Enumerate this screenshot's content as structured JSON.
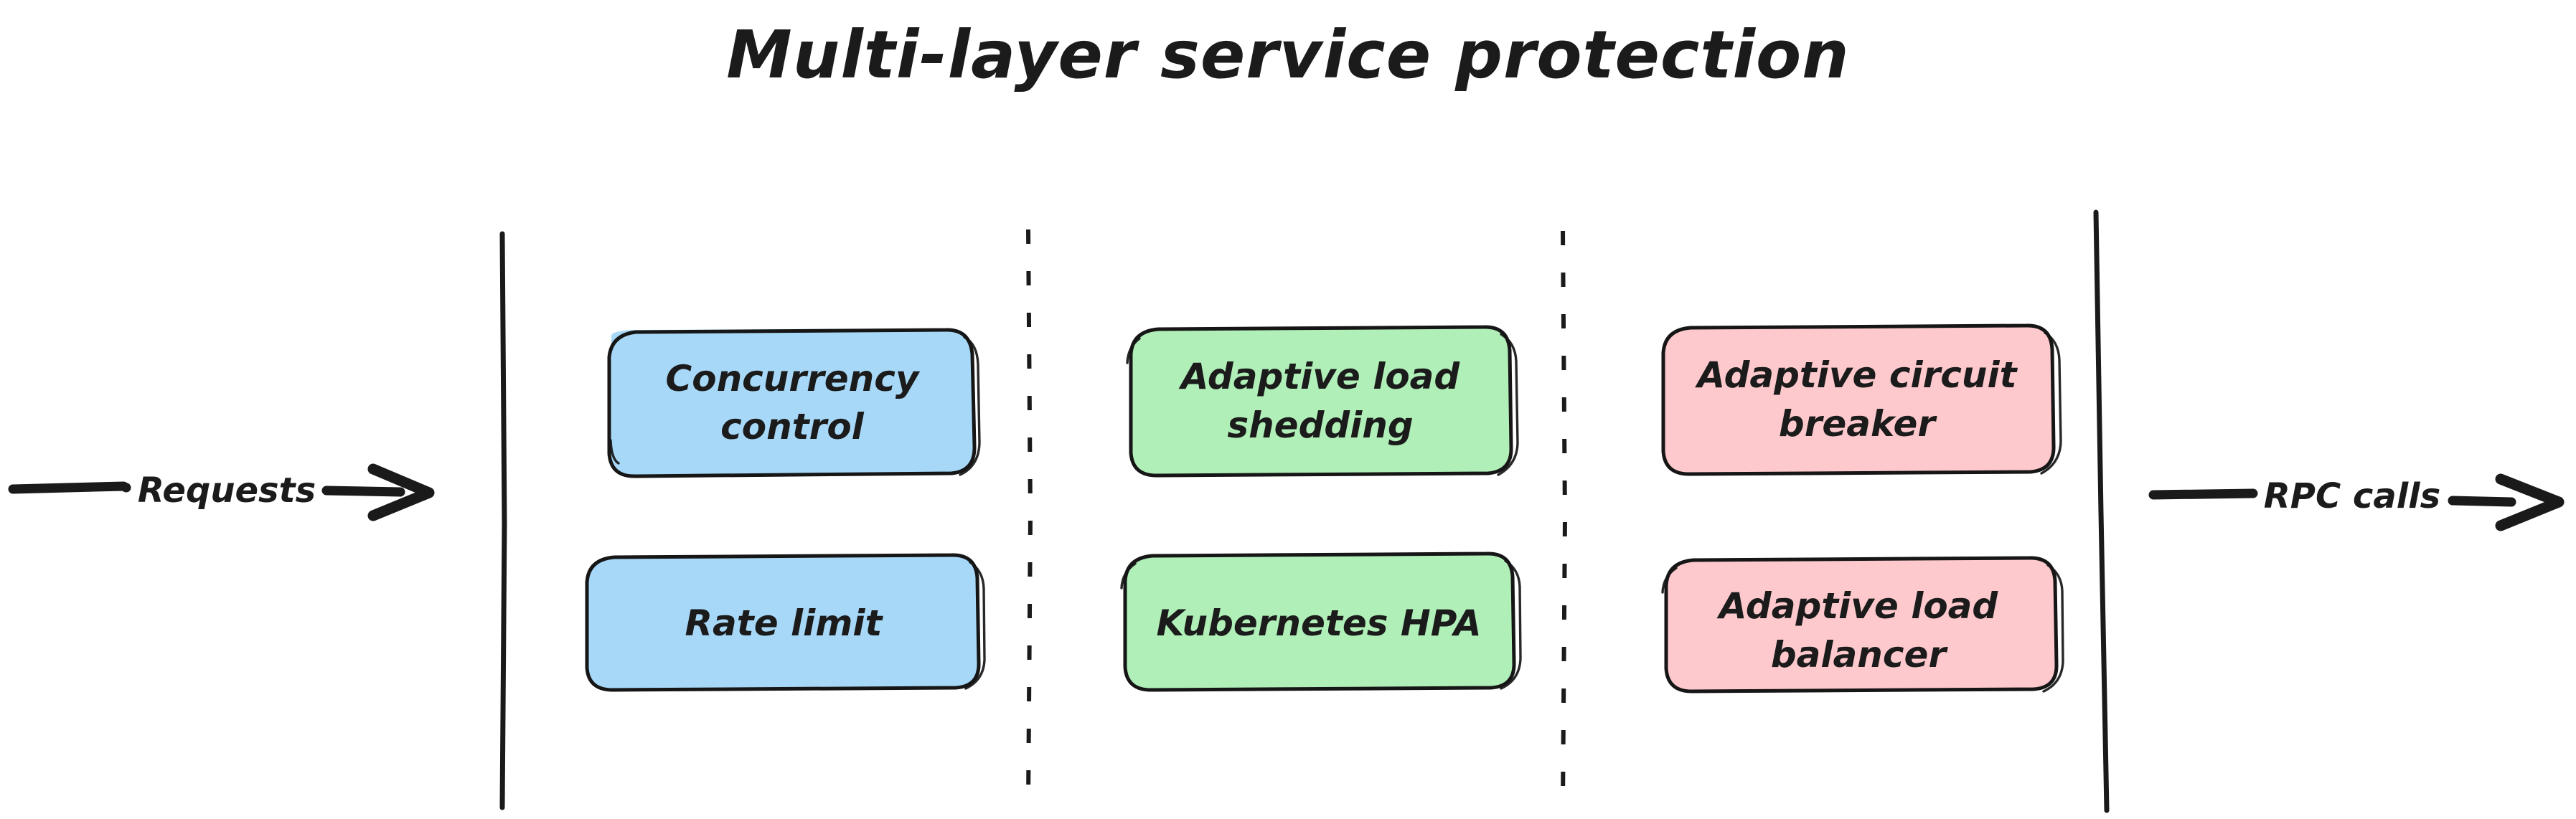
{
  "diagram": {
    "title": "Multi-layer service protection",
    "background_color": "#ffffff",
    "ink_color": "#1a1a1a",
    "style": "hand-drawn"
  },
  "edges": {
    "inbound": {
      "label": "Requests",
      "direction": "right"
    },
    "outbound": {
      "label": "RPC calls",
      "direction": "right"
    }
  },
  "boundaries": {
    "left_solid": "service-boundary-left",
    "right_solid": "service-boundary-right",
    "divider_1": "lane-divider-1",
    "divider_2": "lane-divider-2"
  },
  "lanes": [
    {
      "name": "ingress-protection",
      "color": "#a7d8f7",
      "boxes": [
        {
          "label_line1": "Concurrency",
          "label_line2": "control"
        },
        {
          "label_line1": "Rate limit",
          "label_line2": ""
        }
      ]
    },
    {
      "name": "capacity-protection",
      "color": "#b1efb9",
      "boxes": [
        {
          "label_line1": "Adaptive load",
          "label_line2": "shedding"
        },
        {
          "label_line1": "Kubernetes HPA",
          "label_line2": ""
        }
      ]
    },
    {
      "name": "downstream-protection",
      "color": "#fdc9cd",
      "boxes": [
        {
          "label_line1": "Adaptive circuit",
          "label_line2": "breaker"
        },
        {
          "label_line1": "Adaptive load",
          "label_line2": "balancer"
        }
      ]
    }
  ]
}
